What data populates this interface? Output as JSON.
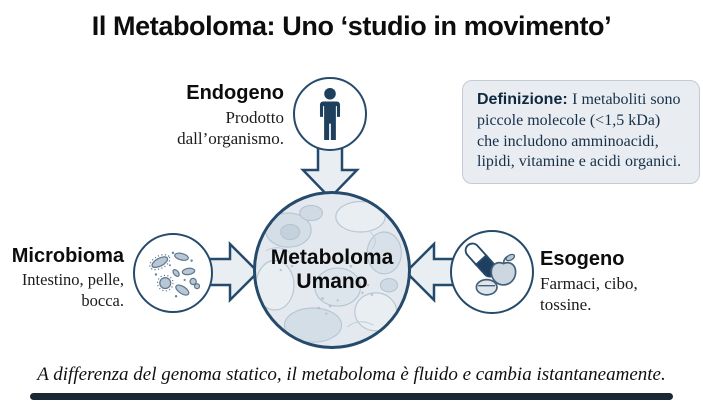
{
  "title": "Il Metaboloma: Uno ‘studio in movimento’",
  "definition_box": {
    "label": "Definizione:",
    "text": "I metaboliti sono piccole molecole (<1,5 kDa) che includono amminoacidi, lipidi, vitamine e acidi organici."
  },
  "center": {
    "label": "Metaboloma Umano"
  },
  "nodes": {
    "endogeno": {
      "title": "Endogeno",
      "desc": "Prodotto dall’organismo.",
      "icon": "person-icon"
    },
    "microbioma": {
      "title": "Microbioma",
      "desc": "Intestino, pelle, bocca.",
      "icon": "bacteria-icon"
    },
    "esogeno": {
      "title": "Esogeno",
      "desc": "Farmaci, cibo, tossine.",
      "icon": "capsule-apple-tablet-icon"
    }
  },
  "footer": "A differenza del genoma statico, il metaboloma è fluido e cambia istantaneamente.",
  "colors": {
    "accent_navy": "#264a6b",
    "icon_navy": "#1f3f5e",
    "arrow_fill": "#e9eef3",
    "definition_box_bg": "#e9edf1",
    "definition_box_border": "#c3cbd3",
    "center_circle_fill": "#e3e9ef",
    "text_dark": "#111111",
    "bottom_bar": "#1a2836"
  }
}
